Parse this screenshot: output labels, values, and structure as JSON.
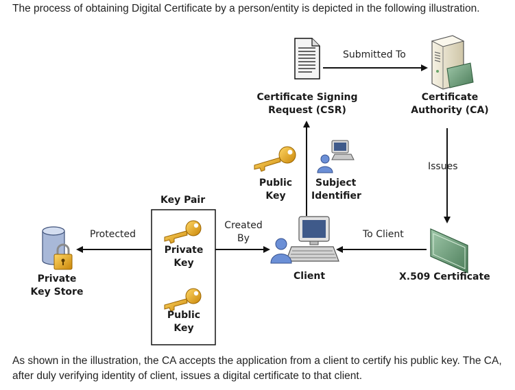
{
  "intro": "The process of obtaining Digital Certificate by a person/entity is depicted in the following illustration.",
  "outro": "As shown in the illustration, the CA accepts the application from a client to certify his public key. The CA, after duly verifying identity of client, issues a digital certificate to that client.",
  "labels": {
    "submitted_to": "Submitted To",
    "csr": [
      "Certificate Signing",
      "Request (CSR)"
    ],
    "ca": [
      "Certificate",
      "Authority (CA)"
    ],
    "issues": "Issues",
    "public_key_top": [
      "Public",
      "Key"
    ],
    "subject_identifier": [
      "Subject",
      "Identifier"
    ],
    "key_pair": "Key Pair",
    "created_by": [
      "Created",
      "By"
    ],
    "protected": "Protected",
    "to_client": "To Client",
    "private_key": [
      "Private",
      "Key"
    ],
    "public_key_pair": [
      "Public",
      "Key"
    ],
    "private_key_store": [
      "Private",
      "Key Store"
    ],
    "client": "Client",
    "x509": "X.509 Certificate"
  },
  "colors": {
    "key_gold": "#e8a21a",
    "person_blue": "#6b8fd6",
    "certificate_green": "#6f9f7d",
    "server_beige": "#e9e3cf"
  }
}
